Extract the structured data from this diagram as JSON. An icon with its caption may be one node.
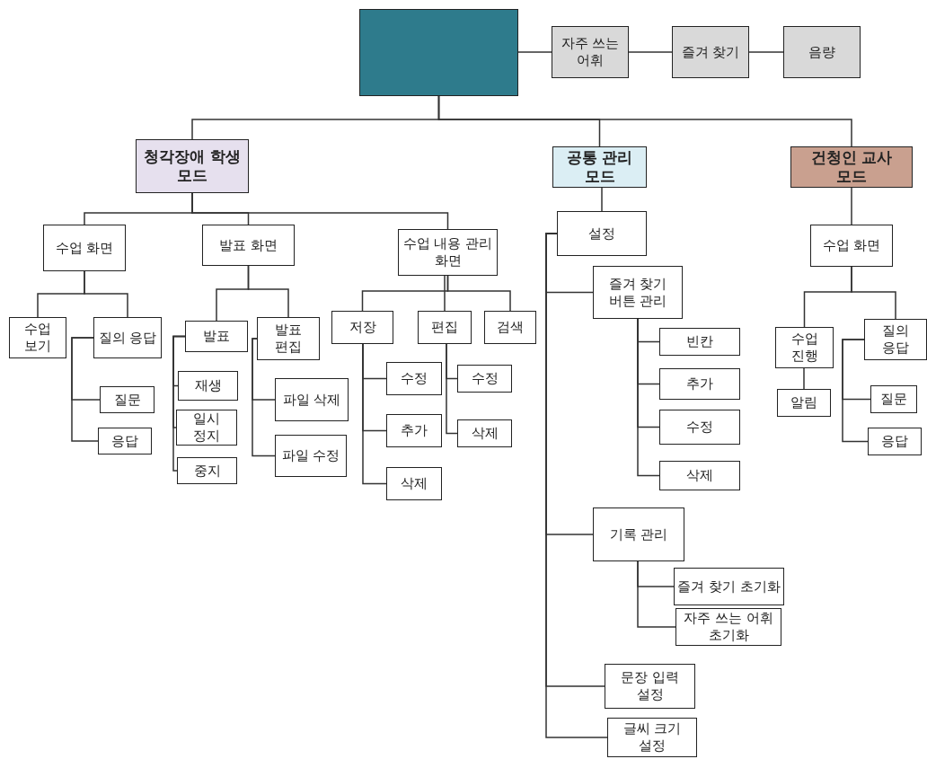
{
  "diagram": {
    "nodes": [
      {
        "text": [],
        "shape": "box"
      },
      {
        "text": [
          "자주 쓰는 어휘"
        ]
      },
      {
        "text": [
          "즐겨 찾기"
        ]
      },
      {
        "text": [
          "음량"
        ]
      },
      {
        "text": [
          "청각장애 학생 모드"
        ]
      },
      {
        "text": [
          "공통 관리 모드"
        ]
      },
      {
        "text": [
          "건청인 교사 모드"
        ]
      },
      {
        "text": [
          "수업 화면"
        ]
      },
      {
        "text": [
          "발표 화면"
        ]
      },
      {
        "text": [
          "수업 내용 관리 화면"
        ]
      },
      {
        "text": [
          "수업 보기"
        ]
      },
      {
        "text": [
          "질의 응답"
        ]
      },
      {
        "text": [
          "질문"
        ]
      },
      {
        "text": [
          "응답"
        ]
      },
      {
        "text": [
          "발표"
        ]
      },
      {
        "text": [
          "발표 편집"
        ]
      },
      {
        "text": [
          "재생"
        ]
      },
      {
        "text": [
          "일시 정지"
        ]
      },
      {
        "text": [
          "중지"
        ]
      },
      {
        "text": [
          "파일 삭제"
        ]
      },
      {
        "text": [
          "파일 수정"
        ]
      },
      {
        "text": [
          "저장"
        ]
      },
      {
        "text": [
          "편집"
        ]
      },
      {
        "text": [
          "검색"
        ]
      },
      {
        "text": [
          "수정"
        ]
      },
      {
        "text": [
          "추가"
        ]
      },
      {
        "text": [
          "삭제"
        ]
      },
      {
        "text": [
          "수정"
        ]
      },
      {
        "text": [
          "삭제"
        ]
      },
      {
        "text": [
          "설정"
        ]
      },
      {
        "text": [
          "즐겨 찾기 버튼 관리"
        ]
      },
      {
        "text": [
          "빈칸"
        ]
      },
      {
        "text": [
          "추가"
        ]
      },
      {
        "text": [
          "수정"
        ]
      },
      {
        "text": [
          "삭제"
        ]
      },
      {
        "text": [
          "기록 관리"
        ]
      },
      {
        "text": [
          "즐겨 찾기 초기화"
        ]
      },
      {
        "text": [
          "자주 쓰는 어휘 초기화"
        ]
      },
      {
        "text": [
          "문장 입력 설정"
        ]
      },
      {
        "text": [
          "글씨 크기 설정"
        ]
      },
      {
        "text": [
          "수업 화면"
        ]
      },
      {
        "text": [
          "수업 진행"
        ]
      },
      {
        "text": [
          "질의 응답"
        ]
      },
      {
        "text": [
          "알림"
        ]
      },
      {
        "text": [
          "질문"
        ]
      },
      {
        "text": [
          "응답"
        ]
      }
    ],
    "edges": [
      {
        "from": 0,
        "to": 1,
        "arrow": "none"
      },
      {
        "from": 1,
        "to": 2,
        "arrow": "none"
      },
      {
        "from": 2,
        "to": 3,
        "arrow": "none"
      },
      {
        "from": 0,
        "to": 4,
        "arrow": "none"
      },
      {
        "from": 0,
        "to": 5,
        "arrow": "none"
      },
      {
        "from": 0,
        "to": 6,
        "arrow": "none"
      },
      {
        "from": 4,
        "to": 7,
        "arrow": "none"
      },
      {
        "from": 4,
        "to": 8,
        "arrow": "none"
      },
      {
        "from": 4,
        "to": 9,
        "arrow": "none"
      },
      {
        "from": 7,
        "to": 10,
        "arrow": "none"
      },
      {
        "from": 7,
        "to": 11,
        "arrow": "none"
      },
      {
        "from": 11,
        "to": 12,
        "arrow": "none"
      },
      {
        "from": 11,
        "to": 13,
        "arrow": "none"
      },
      {
        "from": 8,
        "to": 14,
        "arrow": "none"
      },
      {
        "from": 8,
        "to": 15,
        "arrow": "none"
      },
      {
        "from": 14,
        "to": 16,
        "arrow": "none"
      },
      {
        "from": 14,
        "to": 17,
        "arrow": "none"
      },
      {
        "from": 14,
        "to": 18,
        "arrow": "none"
      },
      {
        "from": 15,
        "to": 19,
        "arrow": "none"
      },
      {
        "from": 15,
        "to": 20,
        "arrow": "none"
      },
      {
        "from": 9,
        "to": 21,
        "arrow": "none"
      },
      {
        "from": 9,
        "to": 22,
        "arrow": "none"
      },
      {
        "from": 9,
        "to": 23,
        "arrow": "none"
      },
      {
        "from": 21,
        "to": 24,
        "arrow": "none"
      },
      {
        "from": 21,
        "to": 25,
        "arrow": "none"
      },
      {
        "from": 21,
        "to": 26,
        "arrow": "none"
      },
      {
        "from": 22,
        "to": 27,
        "arrow": "none"
      },
      {
        "from": 22,
        "to": 28,
        "arrow": "none"
      },
      {
        "from": 5,
        "to": 29,
        "arrow": "none"
      },
      {
        "from": 29,
        "to": 30,
        "arrow": "none"
      },
      {
        "from": 29,
        "to": 35,
        "arrow": "none"
      },
      {
        "from": 29,
        "to": 38,
        "arrow": "none"
      },
      {
        "from": 29,
        "to": 39,
        "arrow": "none"
      },
      {
        "from": 30,
        "to": 31,
        "arrow": "none"
      },
      {
        "from": 30,
        "to": 32,
        "arrow": "none"
      },
      {
        "from": 30,
        "to": 33,
        "arrow": "none"
      },
      {
        "from": 30,
        "to": 34,
        "arrow": "none"
      },
      {
        "from": 35,
        "to": 36,
        "arrow": "none"
      },
      {
        "from": 35,
        "to": 37,
        "arrow": "none"
      },
      {
        "from": 6,
        "to": 40,
        "arrow": "none"
      },
      {
        "from": 40,
        "to": 41,
        "arrow": "none"
      },
      {
        "from": 40,
        "to": 42,
        "arrow": "none"
      },
      {
        "from": 41,
        "to": 43,
        "arrow": "none"
      },
      {
        "from": 42,
        "to": 44,
        "arrow": "none"
      },
      {
        "from": 42,
        "to": 45,
        "arrow": "none"
      }
    ]
  }
}
